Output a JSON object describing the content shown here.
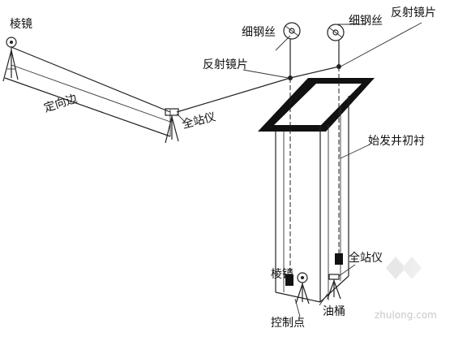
{
  "labels": {
    "prism_top": "棱镜",
    "steel_wire_1": "细钢丝",
    "steel_wire_2": "细钢丝",
    "reflector_top": "反射镜片",
    "reflector_mid": "反射镜片",
    "orientation_edge": "定向边",
    "total_station_top": "全站仪",
    "shaft_lining": "始发井初衬",
    "prism_bottom": "棱镜",
    "total_station_bottom": "全站仪",
    "control_point": "控制点",
    "oil_drum": "油桶"
  },
  "watermark": "zhulong.com",
  "icons": {
    "prism": "prism-tripod-icon",
    "total_station": "total-station-tripod-icon",
    "wire_reel": "wire-reel-icon",
    "oil_drum": "oil-drum-icon",
    "watermark_logo": "zhulong-logo-icon"
  }
}
